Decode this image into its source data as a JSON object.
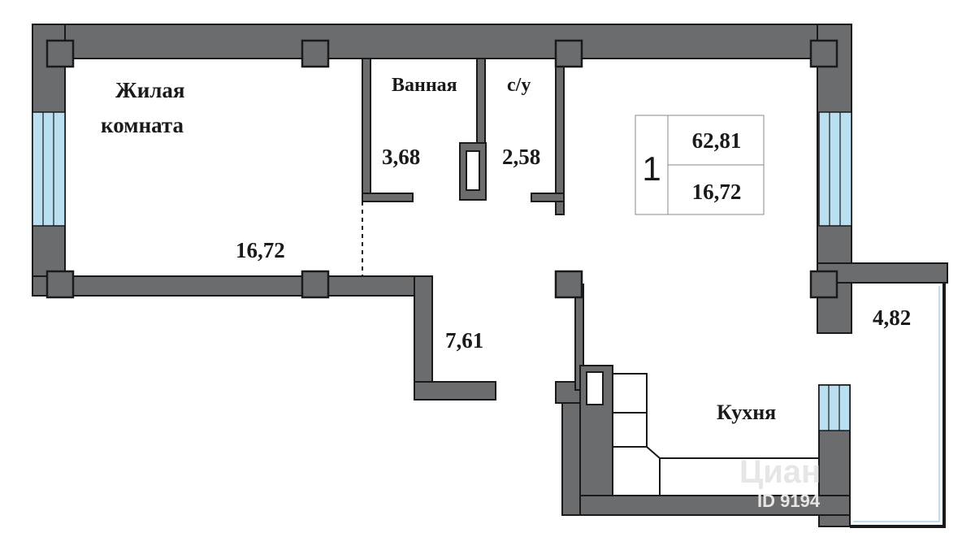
{
  "rooms": {
    "living_title_line1": "Жилая",
    "living_title_line2": "комната",
    "living_area": "16,72",
    "bath_title": "Ванная",
    "bath_area": "3,68",
    "wc_title": "с/у",
    "wc_area": "2,58",
    "hall_area": "7,61",
    "balcony_area": "4,82",
    "kitchen_title": "Кухня"
  },
  "summary": {
    "rooms_count": "1",
    "total_area": "62,81",
    "living_area": "16,72"
  },
  "watermark": {
    "line1": "Циан",
    "line2": "ID 9194"
  },
  "colors": {
    "wall": "#6b6c6e",
    "glass": "#b9dff0",
    "outline": "#1a1a1a"
  }
}
